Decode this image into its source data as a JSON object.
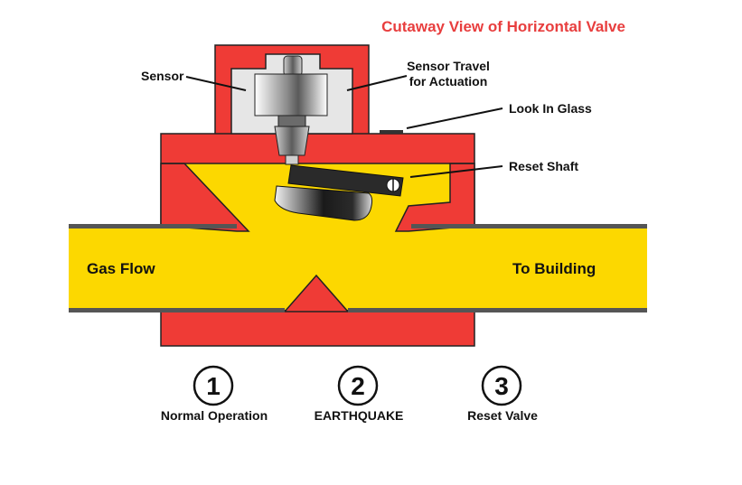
{
  "title": "Cutaway View of Horizontal Valve",
  "labels": {
    "sensor": "Sensor",
    "sensor_travel_1": "Sensor Travel",
    "sensor_travel_2": "for Actuation",
    "look_in_glass": "Look In Glass",
    "reset_shaft": "Reset Shaft",
    "gas_flow": "Gas Flow",
    "to_building": "To Building"
  },
  "steps": [
    {
      "number": "1",
      "label": "Normal Operation"
    },
    {
      "number": "2",
      "label": "EARTHQUAKE"
    },
    {
      "number": "3",
      "label": "Reset Valve"
    }
  ],
  "colors": {
    "valve_body": "#ef3b36",
    "gas": "#fcd800",
    "pipe": "#555555",
    "title": "#e83e3e",
    "sensor_chamber": "#e6e6e6"
  }
}
